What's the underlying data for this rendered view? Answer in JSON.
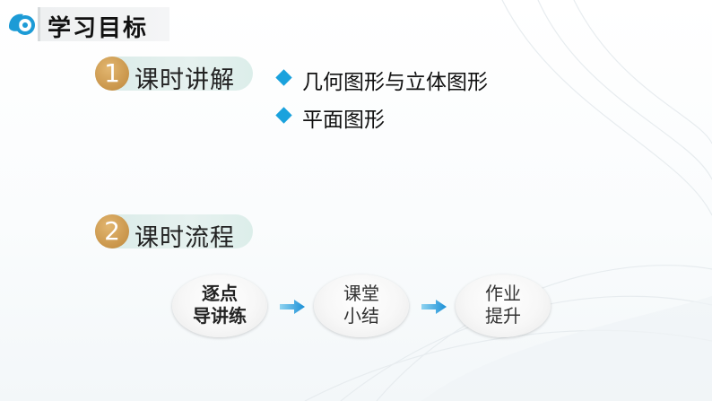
{
  "header": {
    "title": "学习目标",
    "icon": "brand-logo-icon"
  },
  "sections": [
    {
      "number": "1",
      "label": "课时讲解"
    },
    {
      "number": "2",
      "label": "课时流程"
    }
  ],
  "bullets": [
    "几何图形与立体图形",
    "平面图形"
  ],
  "flow": [
    {
      "line1": "逐点",
      "line2": "导讲练"
    },
    {
      "line1": "课堂",
      "line2": "小结"
    },
    {
      "line1": "作业",
      "line2": "提升"
    }
  ],
  "colors": {
    "accent_blue": "#1aa2dd",
    "number_gold": "#c9954a",
    "pill_green": "#dceeea"
  }
}
